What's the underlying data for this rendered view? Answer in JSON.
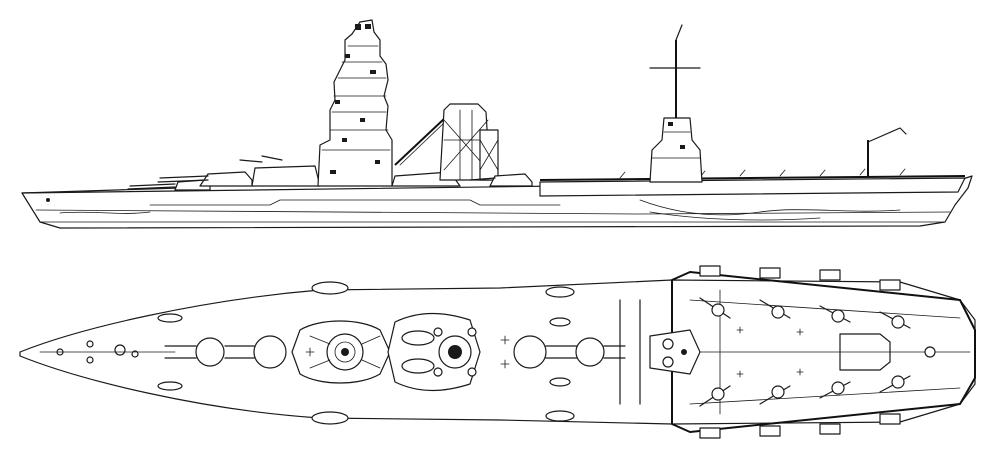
{
  "drawing": {
    "views": [
      "side-profile",
      "plan-view"
    ],
    "ink_color": "#1a1a1a",
    "paper_color": "#ffffff"
  },
  "plan_view": {
    "deck_markings": {
      "bow": 1,
      "flight_deck_rows": 4
    }
  }
}
